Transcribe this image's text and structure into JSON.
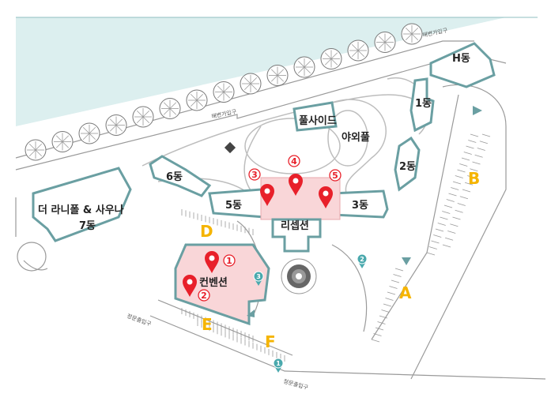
{
  "colors": {
    "sea": "#dcefef",
    "building_outline": "#6a9fa2",
    "pin": "#e8202a",
    "parking_letter": "#f5b400",
    "highlight": "#f9d6d8",
    "gate_marker": "#4aa9ad"
  },
  "buildings": {
    "h": "H동",
    "b1": "1동",
    "b2": "2동",
    "b3": "3동",
    "b5": "5동",
    "b6": "6동",
    "b7": "7동",
    "sauna": "더 라니폴 & 사우나",
    "reception": "리셉션",
    "convention": "컨벤션",
    "poolside": "풀사이드",
    "outdoor_pool": "야외풀"
  },
  "entrances": {
    "beach1": "해변가입구",
    "beach2": "해변가입구",
    "main1": "정문출입구",
    "main2": "정문출입구"
  },
  "parking": [
    "A",
    "B",
    "D",
    "E",
    "F"
  ],
  "pins": [
    "1",
    "2",
    "3",
    "4",
    "5"
  ],
  "gates": [
    "1",
    "2",
    "3"
  ]
}
